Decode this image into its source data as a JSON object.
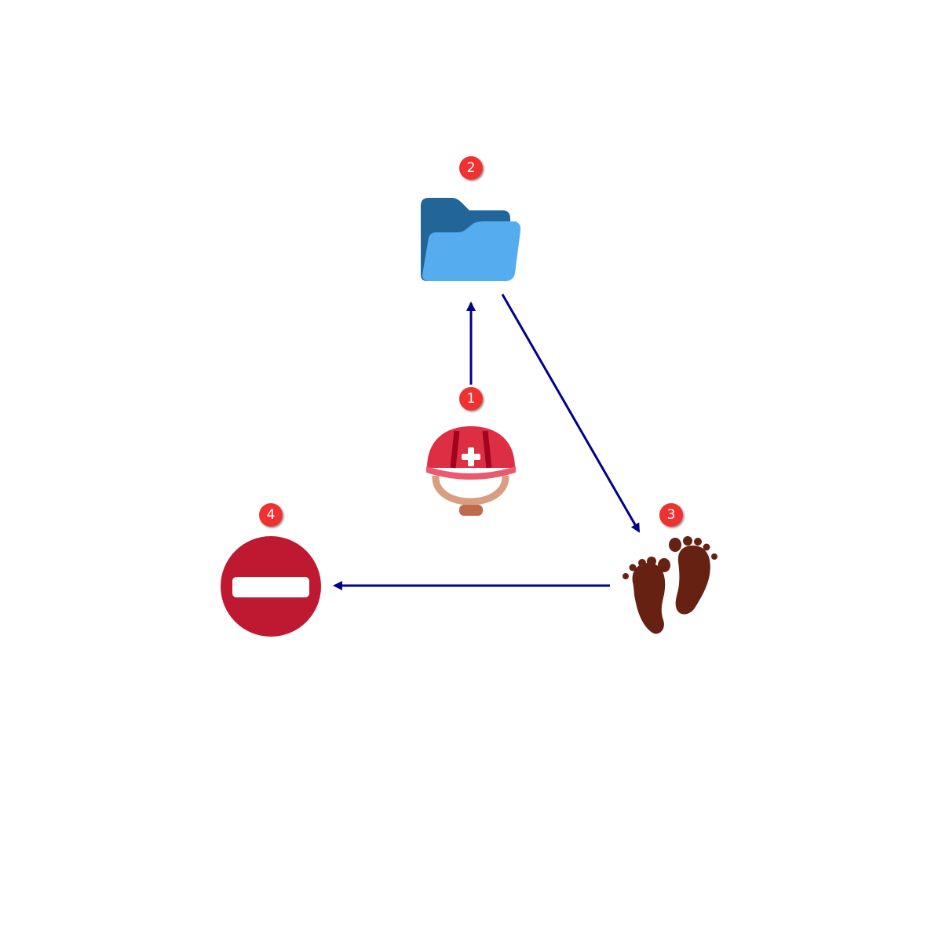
{
  "diagram": {
    "nodes": [
      {
        "id": "n1",
        "badge": "1",
        "icon": "rescue-worker-helmet-icon"
      },
      {
        "id": "n2",
        "badge": "2",
        "icon": "open-folder-icon"
      },
      {
        "id": "n3",
        "badge": "3",
        "icon": "footprints-icon"
      },
      {
        "id": "n4",
        "badge": "4",
        "icon": "no-entry-icon"
      }
    ],
    "edges": [
      {
        "from": "n1",
        "to": "n2"
      },
      {
        "from": "n2",
        "to": "n3"
      },
      {
        "from": "n3",
        "to": "n4"
      }
    ],
    "colors": {
      "edge": "#000088",
      "badge_fill": "#ee3333",
      "badge_text": "#ffffff",
      "helmet_red": "#dd2e44",
      "folder_dark": "#226699",
      "folder_light": "#55acee",
      "footprints": "#662113",
      "no_entry": "#be1931"
    }
  }
}
